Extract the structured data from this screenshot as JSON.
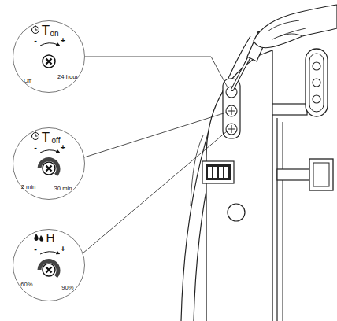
{
  "diagram": {
    "nodes": [
      {
        "text": [
          "T",
          "on",
          "Off",
          "24 hour"
        ]
      },
      {
        "text": [
          "T",
          "off",
          "2 min",
          "30 min"
        ]
      },
      {
        "text": [
          "H",
          "60%",
          "90%"
        ]
      }
    ],
    "labels": [
      "-",
      "+",
      "-",
      "+",
      "-",
      "+"
    ]
  }
}
